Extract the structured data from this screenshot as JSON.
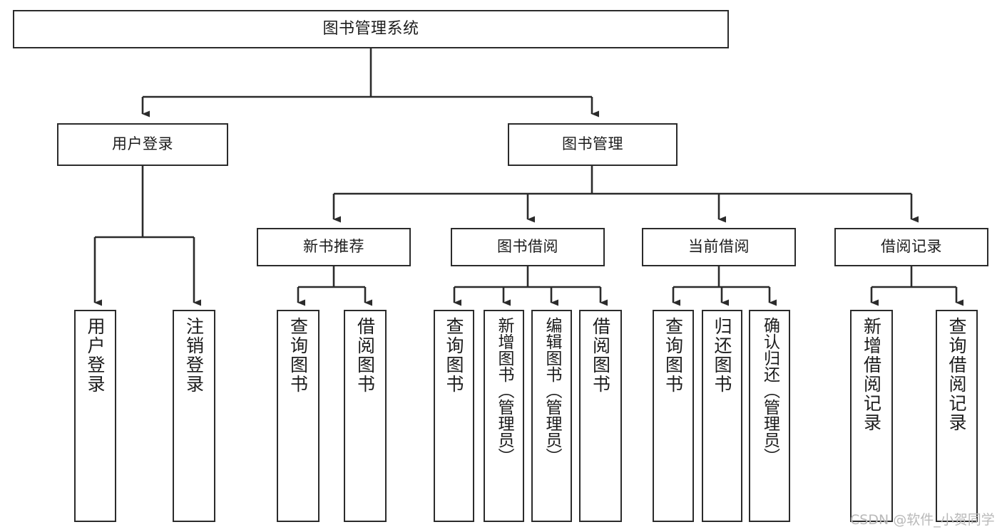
{
  "diagram": {
    "title": "图书管理系统",
    "type": "tree-hierarchy",
    "watermark": "CSDN @软件_小贺同学",
    "colors": {
      "background": "#ffffff",
      "box_border": "#2b2b2b",
      "box_fill": "#ffffff",
      "text": "#1c1c1c",
      "edge": "#2b2b2b",
      "watermark": "#b9b9b9"
    },
    "levels": [
      {
        "level": 1,
        "nodes": [
          {
            "id": "root",
            "label": "图书管理系统",
            "orientation": "horizontal"
          }
        ]
      },
      {
        "level": 2,
        "nodes": [
          {
            "id": "login",
            "label": "用户登录",
            "orientation": "horizontal",
            "parent": "root"
          },
          {
            "id": "bookmgmt",
            "label": "图书管理",
            "orientation": "horizontal",
            "parent": "root"
          }
        ]
      },
      {
        "level": 3,
        "nodes": [
          {
            "id": "newbook",
            "label": "新书推荐",
            "orientation": "horizontal",
            "parent": "bookmgmt"
          },
          {
            "id": "borrow",
            "label": "图书借阅",
            "orientation": "horizontal",
            "parent": "bookmgmt"
          },
          {
            "id": "current",
            "label": "当前借阅",
            "orientation": "horizontal",
            "parent": "bookmgmt"
          },
          {
            "id": "record",
            "label": "借阅记录",
            "orientation": "horizontal",
            "parent": "bookmgmt"
          }
        ]
      },
      {
        "level": 4,
        "nodes": [
          {
            "id": "leaf1",
            "label": "用户登录",
            "orientation": "vertical",
            "parent": "login"
          },
          {
            "id": "leaf2",
            "label": "注销登录",
            "orientation": "vertical",
            "parent": "login"
          },
          {
            "id": "leaf3",
            "label": "查询图书",
            "orientation": "vertical",
            "parent": "newbook"
          },
          {
            "id": "leaf4",
            "label": "借阅图书",
            "orientation": "vertical",
            "parent": "newbook"
          },
          {
            "id": "leaf5",
            "label": "查询图书",
            "orientation": "vertical",
            "parent": "borrow"
          },
          {
            "id": "leaf6",
            "label": "新增图书（管理员）",
            "orientation": "vertical",
            "parent": "borrow"
          },
          {
            "id": "leaf7",
            "label": "编辑图书（管理员）",
            "orientation": "vertical",
            "parent": "borrow"
          },
          {
            "id": "leaf8",
            "label": "借阅图书",
            "orientation": "vertical",
            "parent": "borrow"
          },
          {
            "id": "leaf9",
            "label": "查询图书",
            "orientation": "vertical",
            "parent": "current"
          },
          {
            "id": "leaf10",
            "label": "归还图书",
            "orientation": "vertical",
            "parent": "current"
          },
          {
            "id": "leaf11",
            "label": "确认归还（管理员）",
            "orientation": "vertical",
            "parent": "current"
          },
          {
            "id": "leaf12",
            "label": "新增借阅记录",
            "orientation": "vertical",
            "parent": "record"
          },
          {
            "id": "leaf13",
            "label": "查询借阅记录",
            "orientation": "vertical",
            "parent": "record"
          }
        ]
      }
    ]
  }
}
